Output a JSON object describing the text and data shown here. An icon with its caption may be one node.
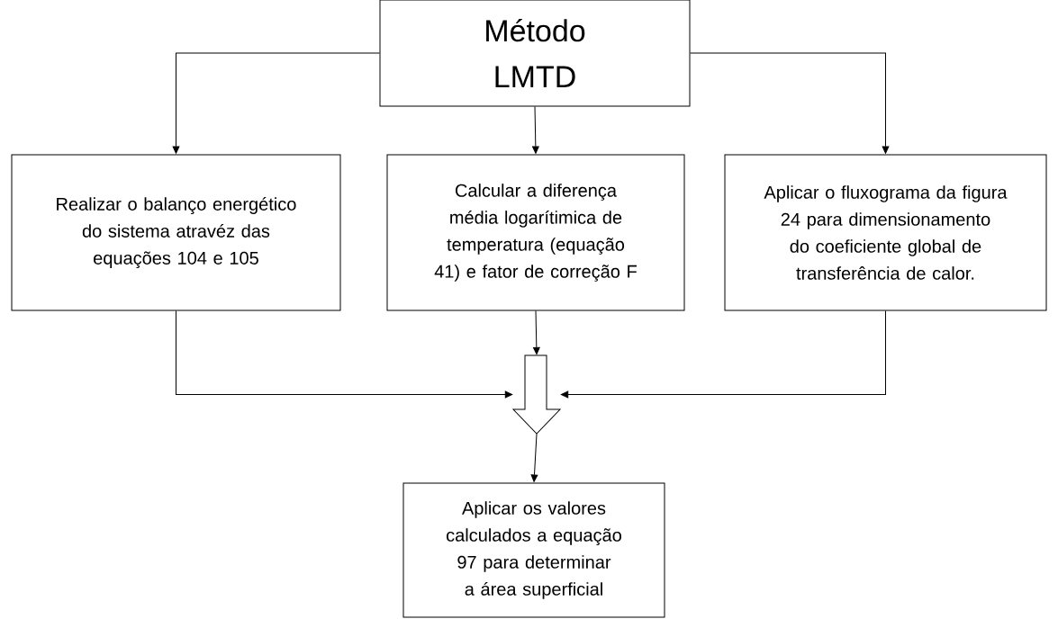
{
  "diagram": {
    "nodes": [
      {
        "text": [
          "Método LMTD"
        ]
      },
      {
        "text": [
          "Realizar o balanço energético do sistema atravéz das equações 104 e 105"
        ]
      },
      {
        "text": [
          "Calcular a diferença média logarítimica de temperatura (equação 41) e fator de correção F"
        ]
      },
      {
        "text": [
          "Aplicar o fluxograma da figura 24 para dimensionamento do coeficiente global de transferência de calor."
        ]
      },
      {
        "text": [],
        "shape": "arrow"
      },
      {
        "text": [
          "Aplicar os valores calculados a equação 97 para determinar a área superficial"
        ]
      }
    ],
    "edges": [
      {
        "from": 0,
        "to": 1,
        "arrow": "to"
      },
      {
        "from": 0,
        "to": 2,
        "arrow": "to"
      },
      {
        "from": 0,
        "to": 3,
        "arrow": "to"
      },
      {
        "from": 1,
        "to": 4,
        "arrow": "to"
      },
      {
        "from": 2,
        "to": 4,
        "arrow": "to"
      },
      {
        "from": 3,
        "to": 4,
        "arrow": "to"
      },
      {
        "from": 4,
        "to": 5,
        "arrow": "to"
      }
    ]
  }
}
